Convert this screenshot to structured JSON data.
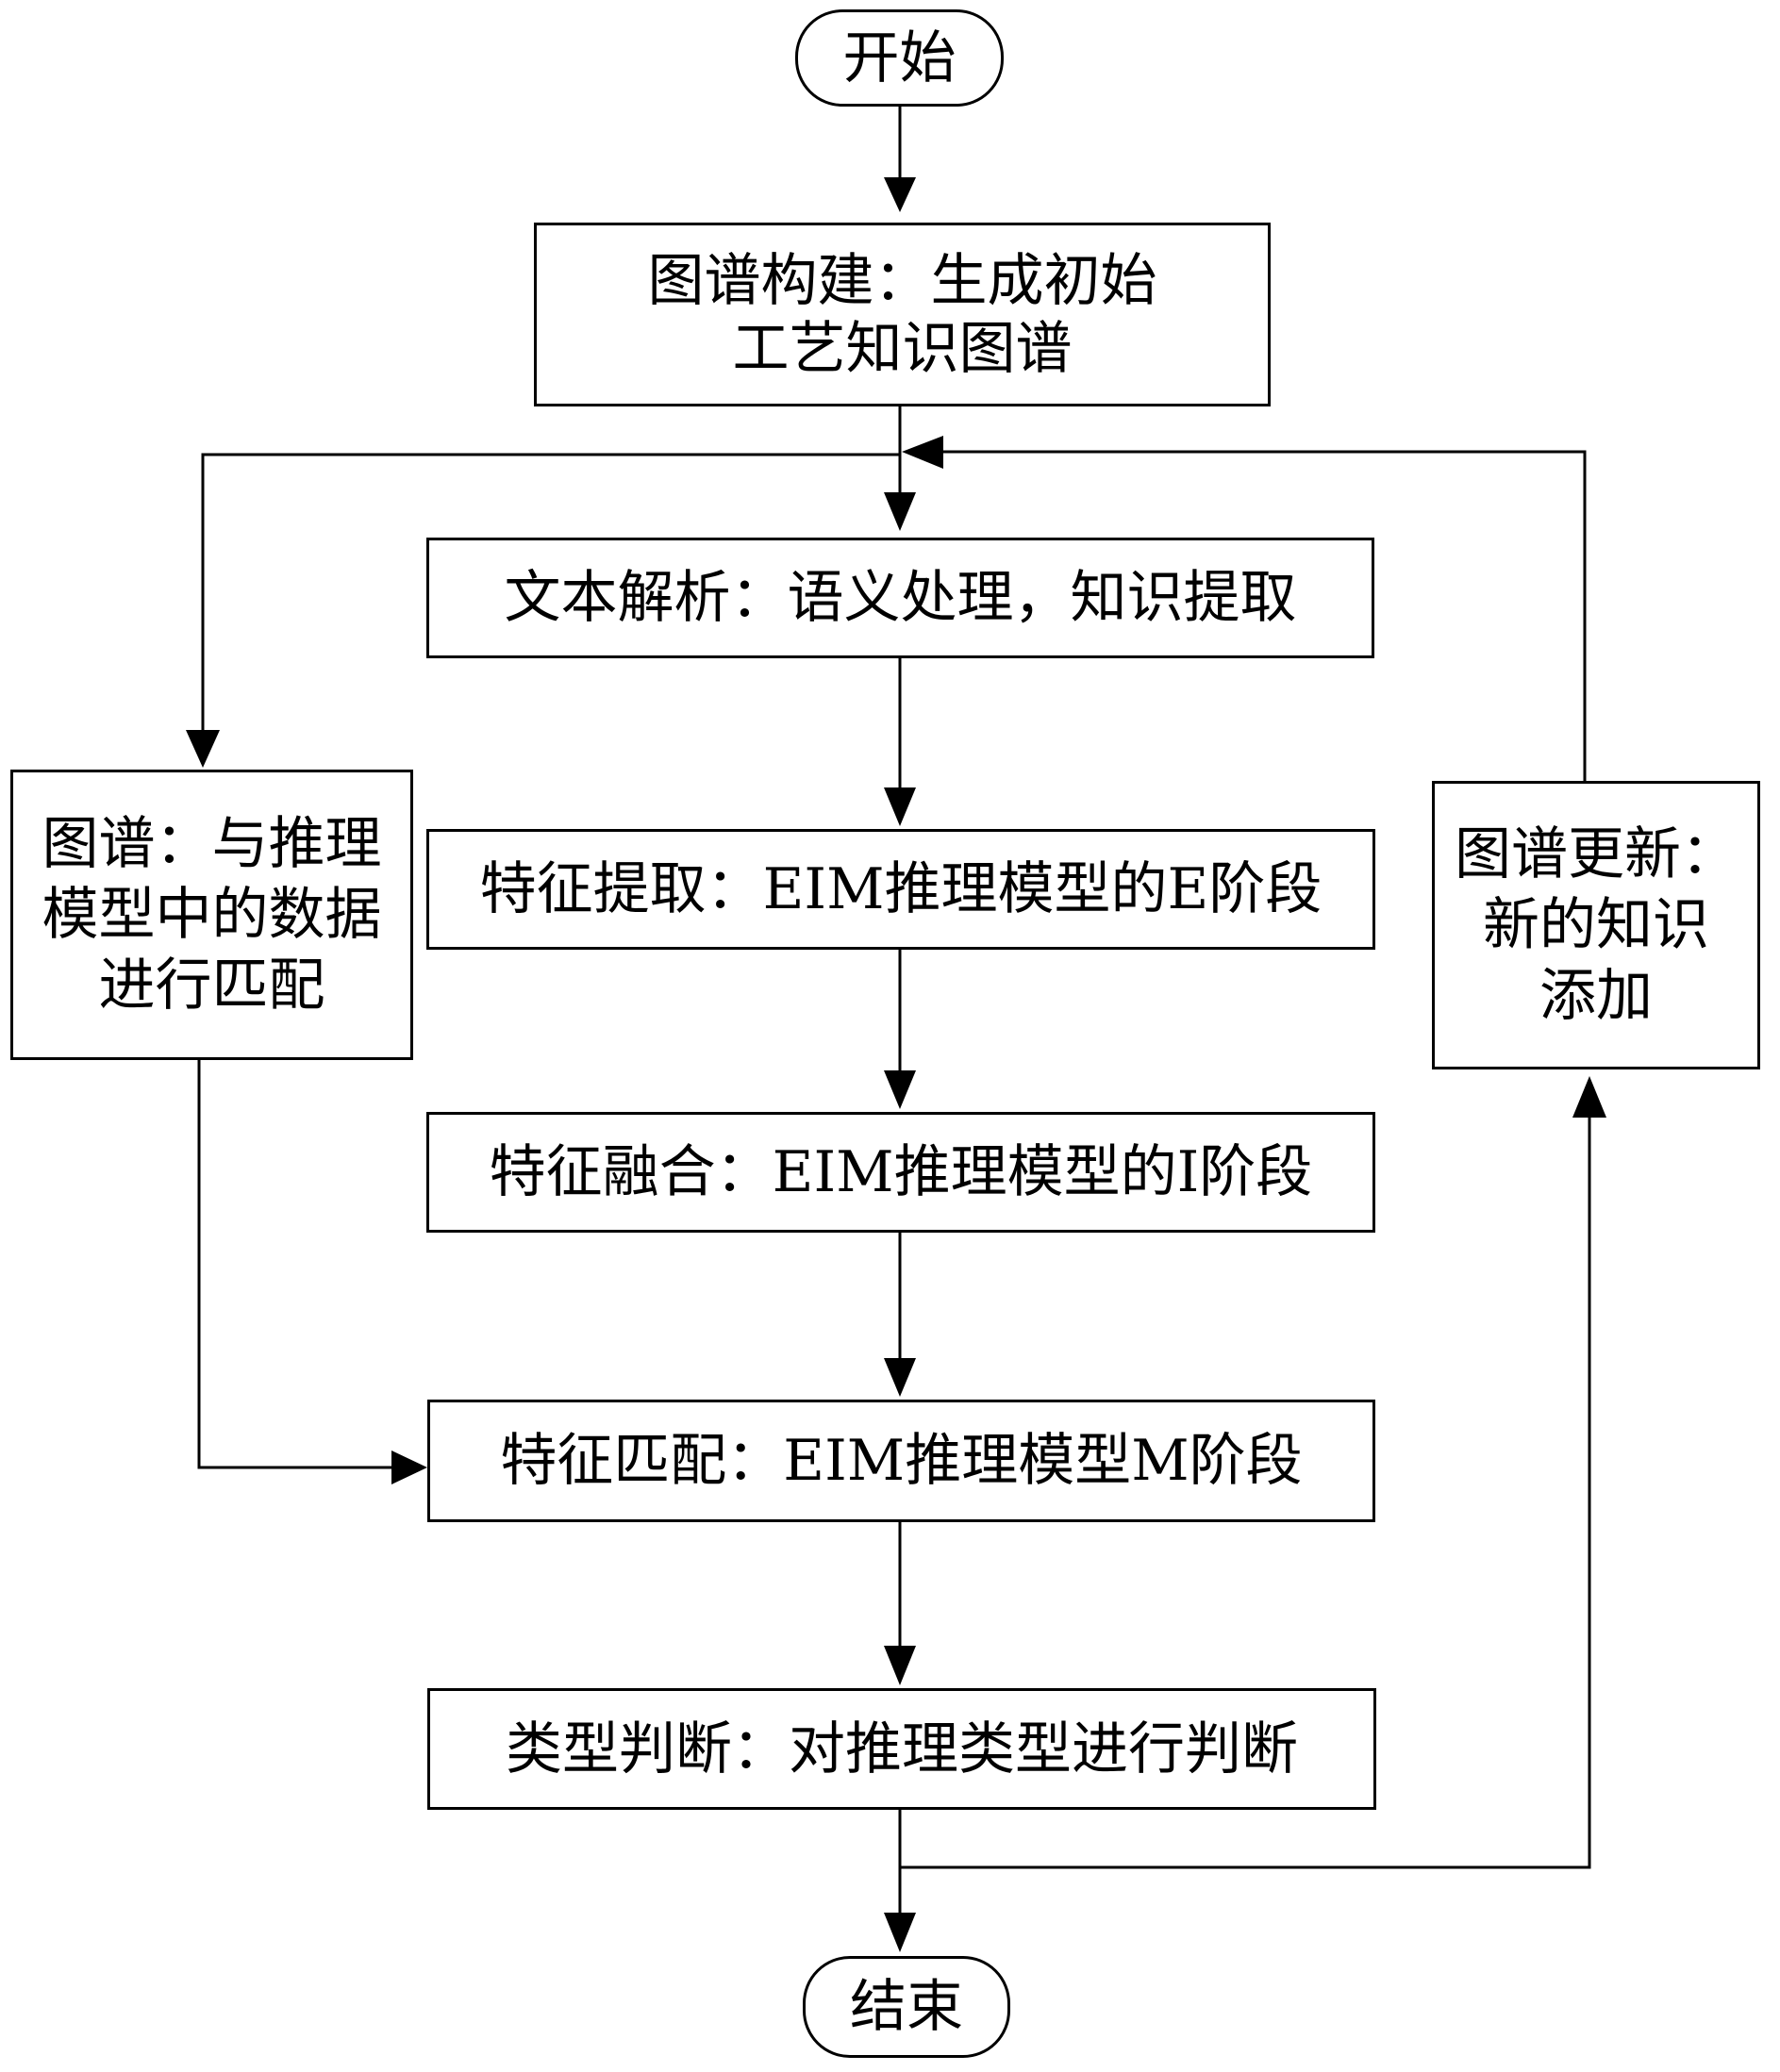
{
  "diagram": {
    "start": {
      "label": "开始"
    },
    "end": {
      "label": "结束"
    },
    "steps": [
      {
        "id": "graph_build",
        "lines": [
          "图谱构建：生成初始",
          "工艺知识图谱"
        ]
      },
      {
        "id": "text_parse",
        "lines": [
          "文本解析：语义处理，知识提取"
        ]
      },
      {
        "id": "feature_extract",
        "lines": [
          "特征提取：EIM推理模型的E阶段"
        ]
      },
      {
        "id": "feature_fusion",
        "lines": [
          "特征融合：EIM推理模型的I阶段"
        ]
      },
      {
        "id": "feature_match",
        "lines": [
          "特征匹配：EIM推理模型M阶段"
        ]
      },
      {
        "id": "type_judge",
        "lines": [
          "类型判断：对推理类型进行判断"
        ]
      }
    ],
    "graph_match": {
      "lines": [
        "图谱：与推理",
        "模型中的数据",
        "进行匹配"
      ]
    },
    "graph_update": {
      "lines": [
        "图谱更新：",
        "新的知识",
        "添加"
      ]
    }
  }
}
